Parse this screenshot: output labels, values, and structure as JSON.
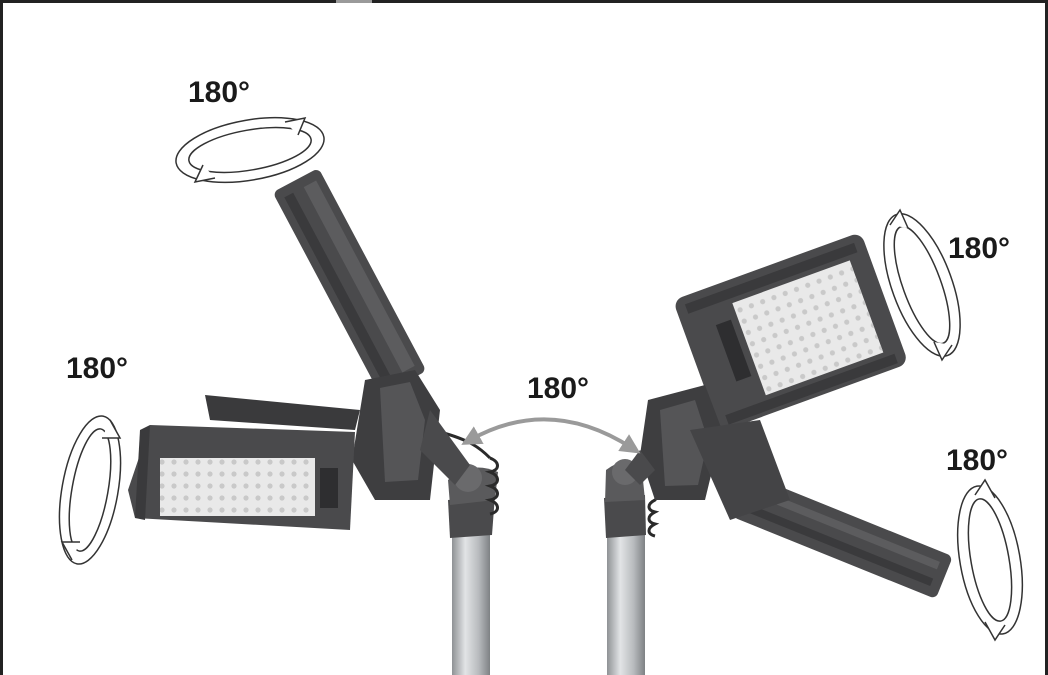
{
  "labels": {
    "top_left": "180°",
    "left": "180°",
    "center": "180°",
    "right_top": "180°",
    "right_bottom": "180°"
  },
  "colors": {
    "housing": "#4a4a4c",
    "housing_dark": "#343436",
    "housing_light": "#6a6a6c",
    "led_panel": "#e9e9e9",
    "led_dot": "#c9c9c9",
    "pole": "#b8bbbe",
    "pole_highlight": "#e2e4e6",
    "center_arrow": "#9a9a9a",
    "frame": "#222222",
    "text": "#1a1a1a"
  },
  "icons": {
    "rotation_arrow": "circular-rotation-arrow-icon",
    "swing_arrow": "curved-double-arrow-icon"
  }
}
